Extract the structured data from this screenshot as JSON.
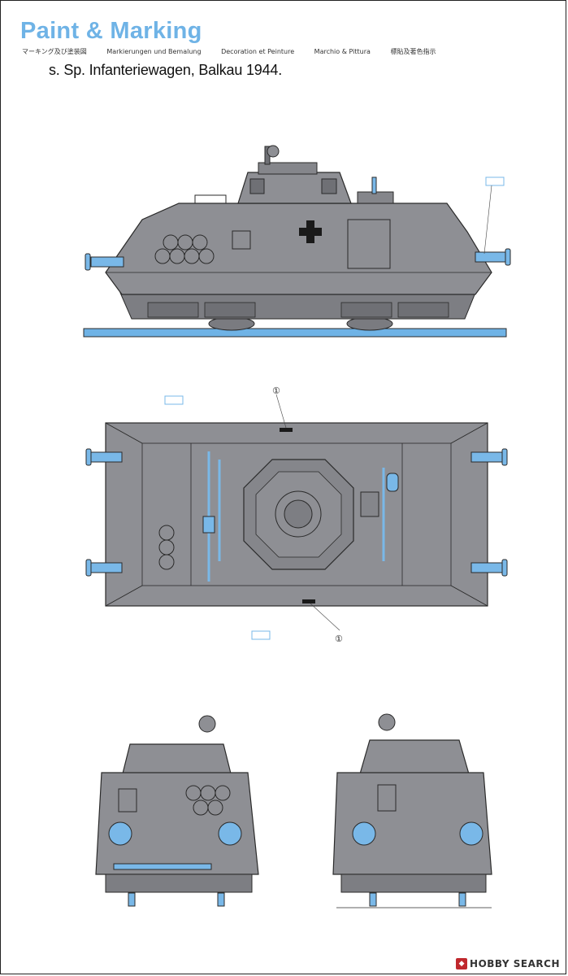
{
  "header": {
    "title": "Paint & Marking",
    "languages": [
      "マーキング及び塗装図",
      "Markierungen und Bemalung",
      "Decoration et Peinture",
      "Marchio & Pittura",
      "標貼及著色指示"
    ]
  },
  "vehicle": {
    "name": "s. Sp. Infanteriewagen, Balkau 1944."
  },
  "callouts": {
    "marking_1_top": "①",
    "marking_1_bottom": "①"
  },
  "colors": {
    "hull": "#8e8f94",
    "hull_dark": "#6f7075",
    "hull_shadow": "#5a5b60",
    "accent_blue": "#79b8e8",
    "outline": "#2a2a2a",
    "title_blue": "#6fb3e6"
  },
  "footer": {
    "watermark": "HOBBY SEARCH"
  }
}
